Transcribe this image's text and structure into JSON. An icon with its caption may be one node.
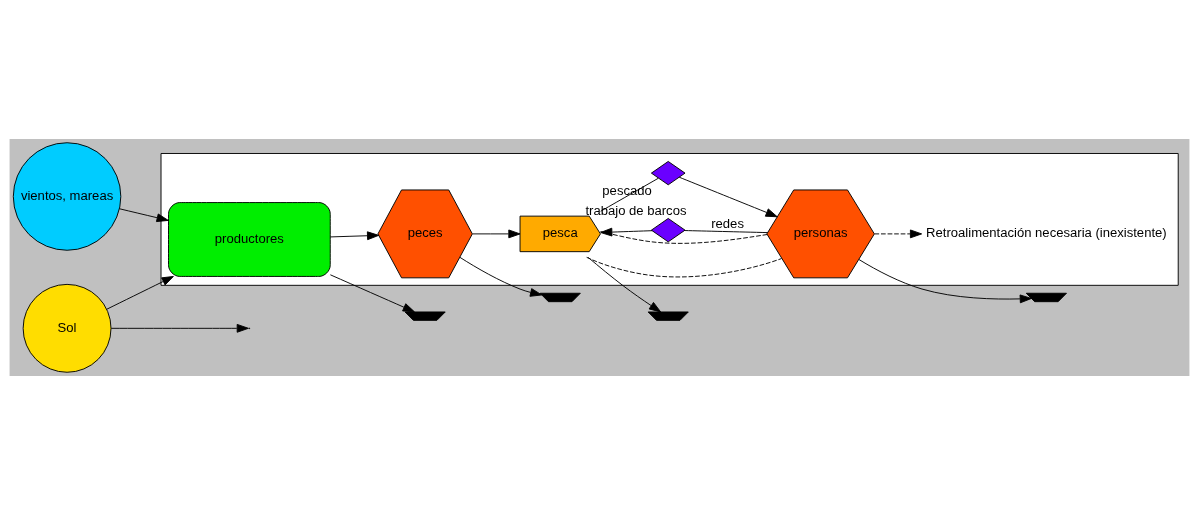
{
  "diagram": {
    "nodes": [
      {
        "text": [
          "vientos, mareas"
        ]
      },
      {
        "text": [
          "Sol"
        ]
      },
      {
        "text": [],
        "shape": "box"
      },
      {
        "text": [
          "productores"
        ],
        "in": 2
      },
      {
        "text": [
          "peces"
        ],
        "in": 2
      },
      {
        "text": [
          "pesca"
        ],
        "in": 2
      },
      {
        "text": [
          "personas"
        ],
        "in": 2
      },
      {
        "text": [],
        "shape": "diamond",
        "in": 2,
        "beside": [
          "trabajo de barcos"
        ]
      },
      {
        "text": [],
        "shape": "diamond",
        "in": 2,
        "beside": [
          "pescado"
        ]
      },
      {
        "text": [
          "Retroalimentación necesaria (inexistente)"
        ],
        "in": 2
      },
      {
        "text": [],
        "shape": "ground"
      },
      {
        "text": [],
        "shape": "ground"
      },
      {
        "text": [],
        "shape": "ground"
      },
      {
        "text": [],
        "shape": "ground"
      }
    ],
    "edges": [
      {
        "from": 0,
        "to": 3,
        "arrow": "to"
      },
      {
        "from": 1,
        "to": 3,
        "arrow": "to"
      },
      {
        "from": 1,
        "to": null,
        "arrow": "to"
      },
      {
        "from": 3,
        "to": 4,
        "arrow": "to"
      },
      {
        "from": 4,
        "to": 5,
        "arrow": "to"
      },
      {
        "from": 5,
        "to": 8,
        "arrow": "none"
      },
      {
        "from": 8,
        "to": 6,
        "arrow": "to"
      },
      {
        "from": 6,
        "to": 7,
        "arrow": "none",
        "label": "redes"
      },
      {
        "from": 7,
        "to": 5,
        "arrow": "to"
      },
      {
        "from": 6,
        "to": 5,
        "arrow": "none",
        "style": "dashed"
      },
      {
        "from": 5,
        "to": 6,
        "arrow": "none",
        "style": "dashed"
      },
      {
        "from": 6,
        "to": 9,
        "arrow": "to",
        "style": "dashed"
      },
      {
        "from": 3,
        "to": 10,
        "arrow": "to"
      },
      {
        "from": 4,
        "to": 11,
        "arrow": "to"
      },
      {
        "from": 5,
        "to": 12,
        "arrow": "to"
      },
      {
        "from": 6,
        "to": 13,
        "arrow": "to"
      }
    ]
  }
}
